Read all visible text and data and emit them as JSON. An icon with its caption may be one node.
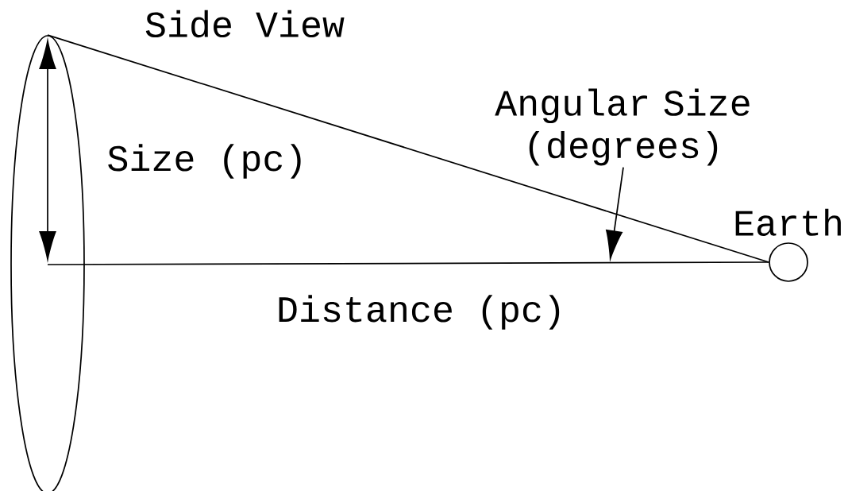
{
  "diagram": {
    "title": "Side View",
    "nodes": [
      {
        "text": [],
        "shape": "ellipse"
      },
      {
        "text": [],
        "shape": "circle",
        "beside": [
          "Earth"
        ]
      },
      {
        "text": [
          "Angular Size (degrees)"
        ]
      }
    ],
    "edges": [
      {
        "from": 0,
        "to": 1,
        "arrow": "none"
      },
      {
        "from": 0,
        "to": 1,
        "arrow": "none"
      },
      {
        "from": 2,
        "to": null,
        "arrow": "to"
      }
    ],
    "labels": [
      "Size (pc)",
      "Distance (pc)"
    ]
  }
}
